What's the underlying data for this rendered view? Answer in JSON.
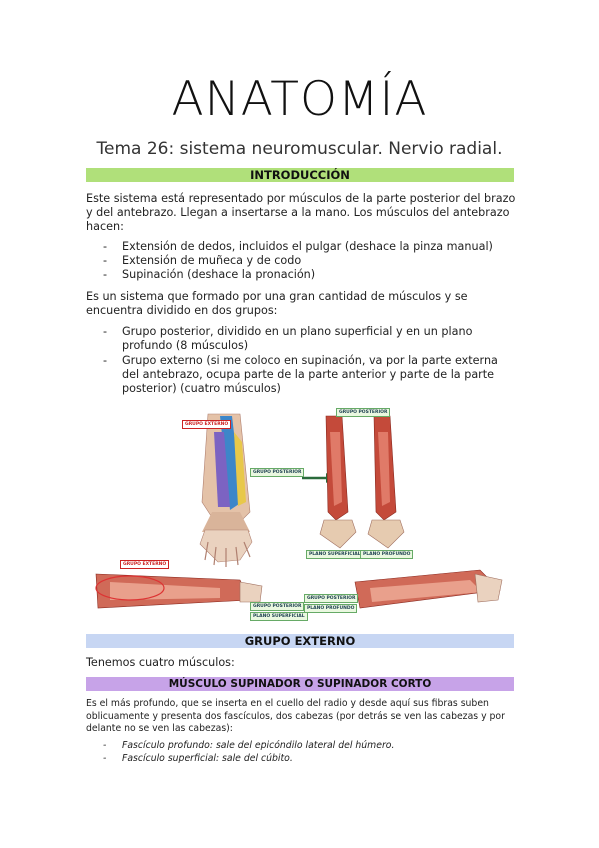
{
  "header": {
    "title": "ANATOMÍA",
    "subtitle": "Tema 26: sistema neuromuscular. Nervio radial."
  },
  "intro": {
    "heading": "INTRODUCCIÓN",
    "p1": "Este sistema está representado por músculos de la parte posterior del brazo y del antebrazo. Llegan a insertarse a la mano. Los músculos del antebrazo hacen:",
    "bullets1": [
      "Extensión de dedos, incluidos el pulgar (deshace la pinza manual)",
      "Extensión de muñeca y de codo",
      "Supinación (deshace la pronación)"
    ],
    "p2": "Es un sistema que formado por una gran cantidad de músculos y se encuentra dividido en dos grupos:",
    "bullets2": [
      "Grupo posterior, dividido en un plano superficial y en un plano profundo (8 músculos)",
      "Grupo externo (si me coloco en supinación, va por la parte externa del antebrazo, ocupa parte de la parte anterior y parte de la parte posterior) (cuatro músculos)"
    ]
  },
  "figure": {
    "labels": {
      "grupo_externo": "GRUPO EXTERNO",
      "grupo_posterior": "GRUPO POSTERIOR",
      "plano_superficial": "PLANO SUPERFICIAL",
      "plano_profundo": "PLANO PROFUNDO"
    }
  },
  "grupo_externo": {
    "heading": "GRUPO EXTERNO",
    "p1": "Tenemos cuatro músculos:"
  },
  "supinador": {
    "heading": "MÚSCULO SUPINADOR O SUPINADOR CORTO",
    "p1": "Es el más profundo, que se inserta en el cuello del radio y desde aquí sus fibras suben oblicuamente y presenta dos fascículos, dos cabezas (por detrás se ven las cabezas y por delante no se ven las cabezas):",
    "bullets": [
      "Fascículo profundo: sale del epicóndilo lateral del húmero.",
      "Fascículo superficial: sale del cúbito."
    ]
  },
  "colors": {
    "green_band": "#b0e07a",
    "blue_band": "#c7d6f3",
    "purple_band": "#c7a3e8"
  }
}
